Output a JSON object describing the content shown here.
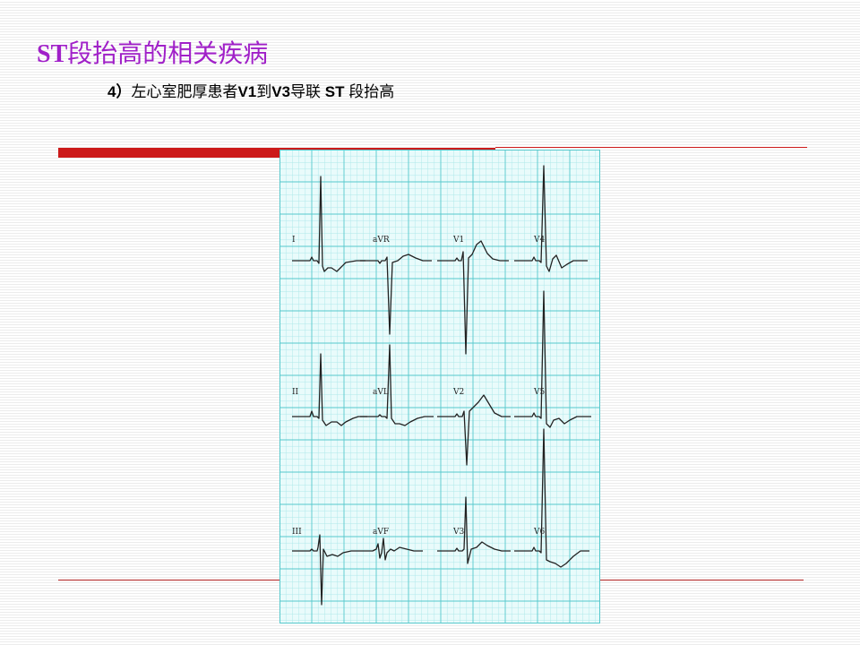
{
  "slide": {
    "title_prefix": "ST",
    "title_rest": "段抬高的相关疾病",
    "subtitle_num": "4）",
    "subtitle_text1": "左心室肥厚患者",
    "subtitle_b1": "V1",
    "subtitle_text2": "到",
    "subtitle_b2": "V3",
    "subtitle_text3": "导联",
    "subtitle_b3": " ST ",
    "subtitle_text4": "段抬高"
  },
  "ecg": {
    "leads": [
      "I",
      "aVR",
      "V1",
      "V4",
      "II",
      "aVL",
      "V2",
      "V5",
      "III",
      "aVF",
      "V3",
      "V6"
    ],
    "colors": {
      "paper": "#e9fbfb",
      "grid_minor": "#aee8ea",
      "grid_major": "#55c8cc",
      "trace": "#222222",
      "accent_red": "#cc1a1a",
      "title_purple": "#a020c8"
    }
  }
}
